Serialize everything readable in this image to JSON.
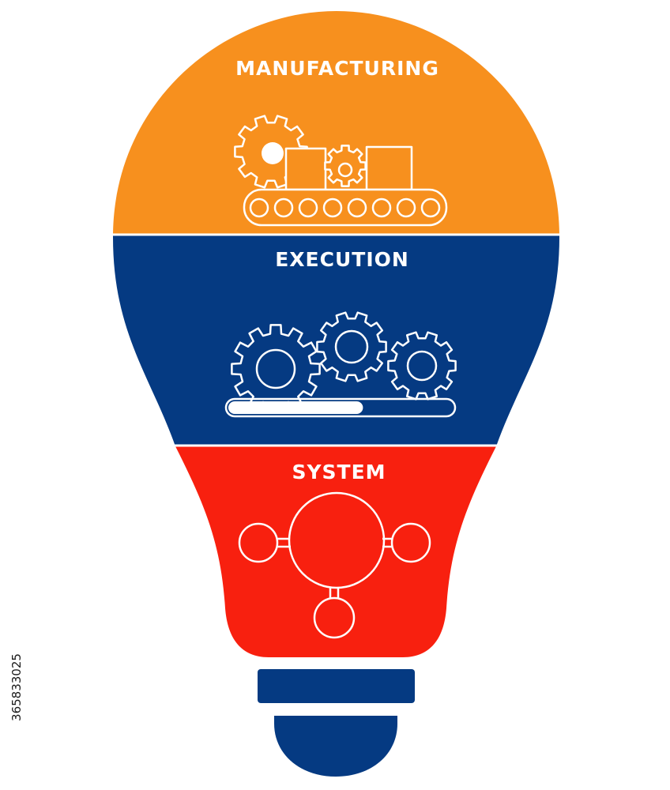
{
  "segments": [
    {
      "id": "manufacturing",
      "label": "MANUFACTURING",
      "color": "#F7901E",
      "icon": "conveyor-belt-gears-icon"
    },
    {
      "id": "execution",
      "label": "EXECUTION",
      "color": "#053A82",
      "icon": "gears-progress-bar-icon"
    },
    {
      "id": "system",
      "label": "SYSTEM",
      "color": "#F8200F",
      "icon": "network-nodes-icon"
    }
  ],
  "base": {
    "color": "#053A82",
    "icon": "bulb-base-icon"
  },
  "stock_id": "365833025",
  "progress": {
    "fraction": 0.6
  }
}
